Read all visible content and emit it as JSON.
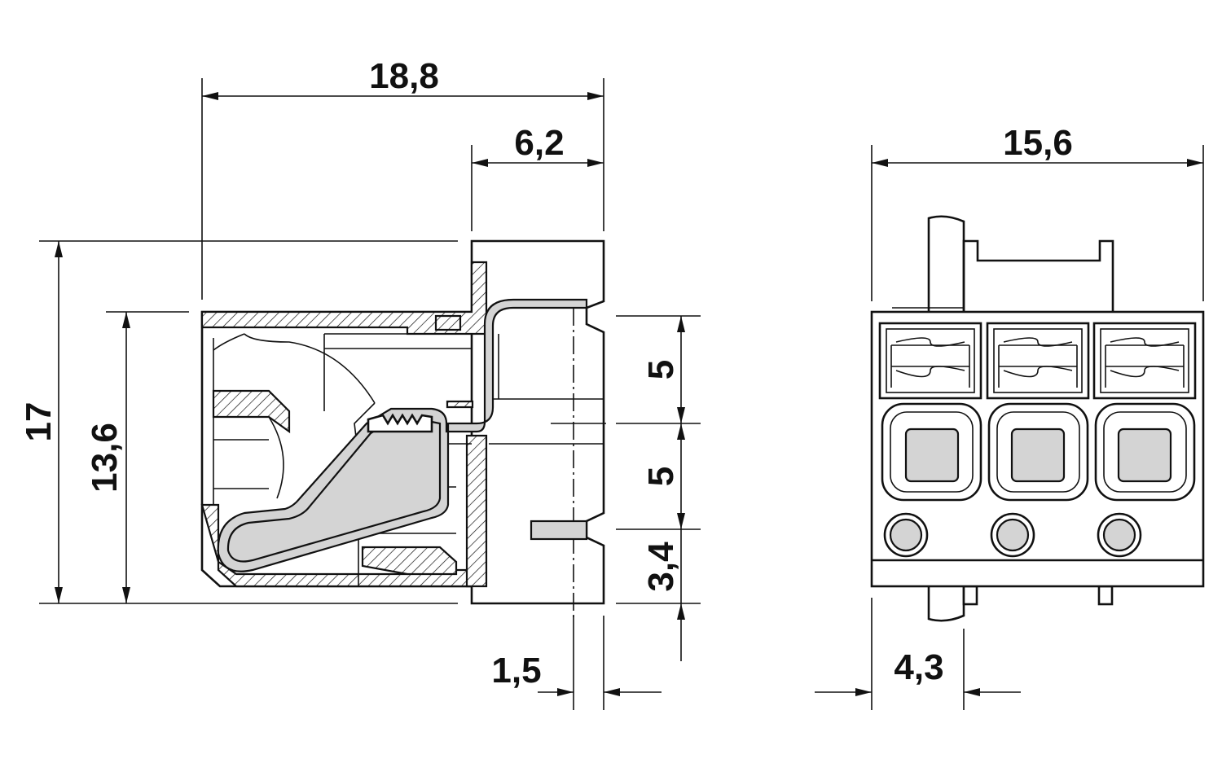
{
  "drawing": {
    "side_view": {
      "dimensions": [
        {
          "id": "width-total",
          "label": "18,8"
        },
        {
          "id": "width-front",
          "label": "6,2"
        },
        {
          "id": "height-total",
          "label": "17"
        },
        {
          "id": "height-body",
          "label": "13,6"
        },
        {
          "id": "pitch-upper",
          "label": "5"
        },
        {
          "id": "pitch-lower",
          "label": "5"
        },
        {
          "id": "offset-bottom",
          "label": "3,4"
        },
        {
          "id": "pin-offset",
          "label": "1,5"
        }
      ]
    },
    "front_view": {
      "dimensions": [
        {
          "id": "width",
          "label": "15,6"
        },
        {
          "id": "pin-offset",
          "label": "4,3"
        }
      ],
      "positions": 3
    }
  }
}
